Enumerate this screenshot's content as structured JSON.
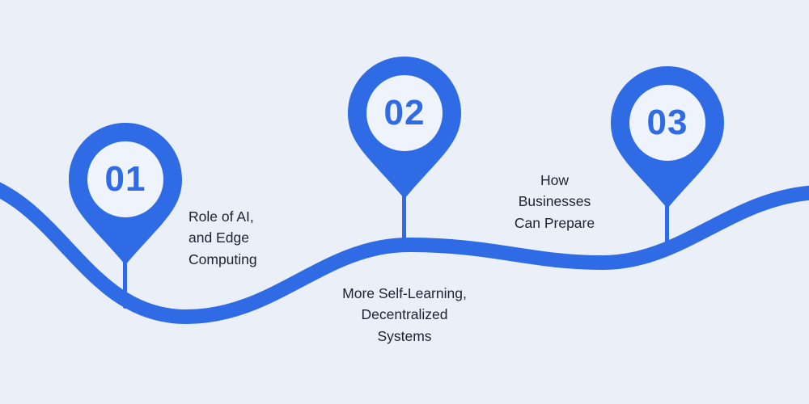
{
  "colors": {
    "background": "#EAEFF8",
    "accent_blue": "#2E6BE4",
    "pin_inner": "#EFF3FB",
    "label_text": "#1E2230"
  },
  "steps": [
    {
      "number": "01",
      "label": "Role of AI,\nand Edge\nComputing"
    },
    {
      "number": "02",
      "label": "More Self-Learning,\nDecentralized\nSystems"
    },
    {
      "number": "03",
      "label": "How\nBusinesses\nCan Prepare"
    }
  ]
}
